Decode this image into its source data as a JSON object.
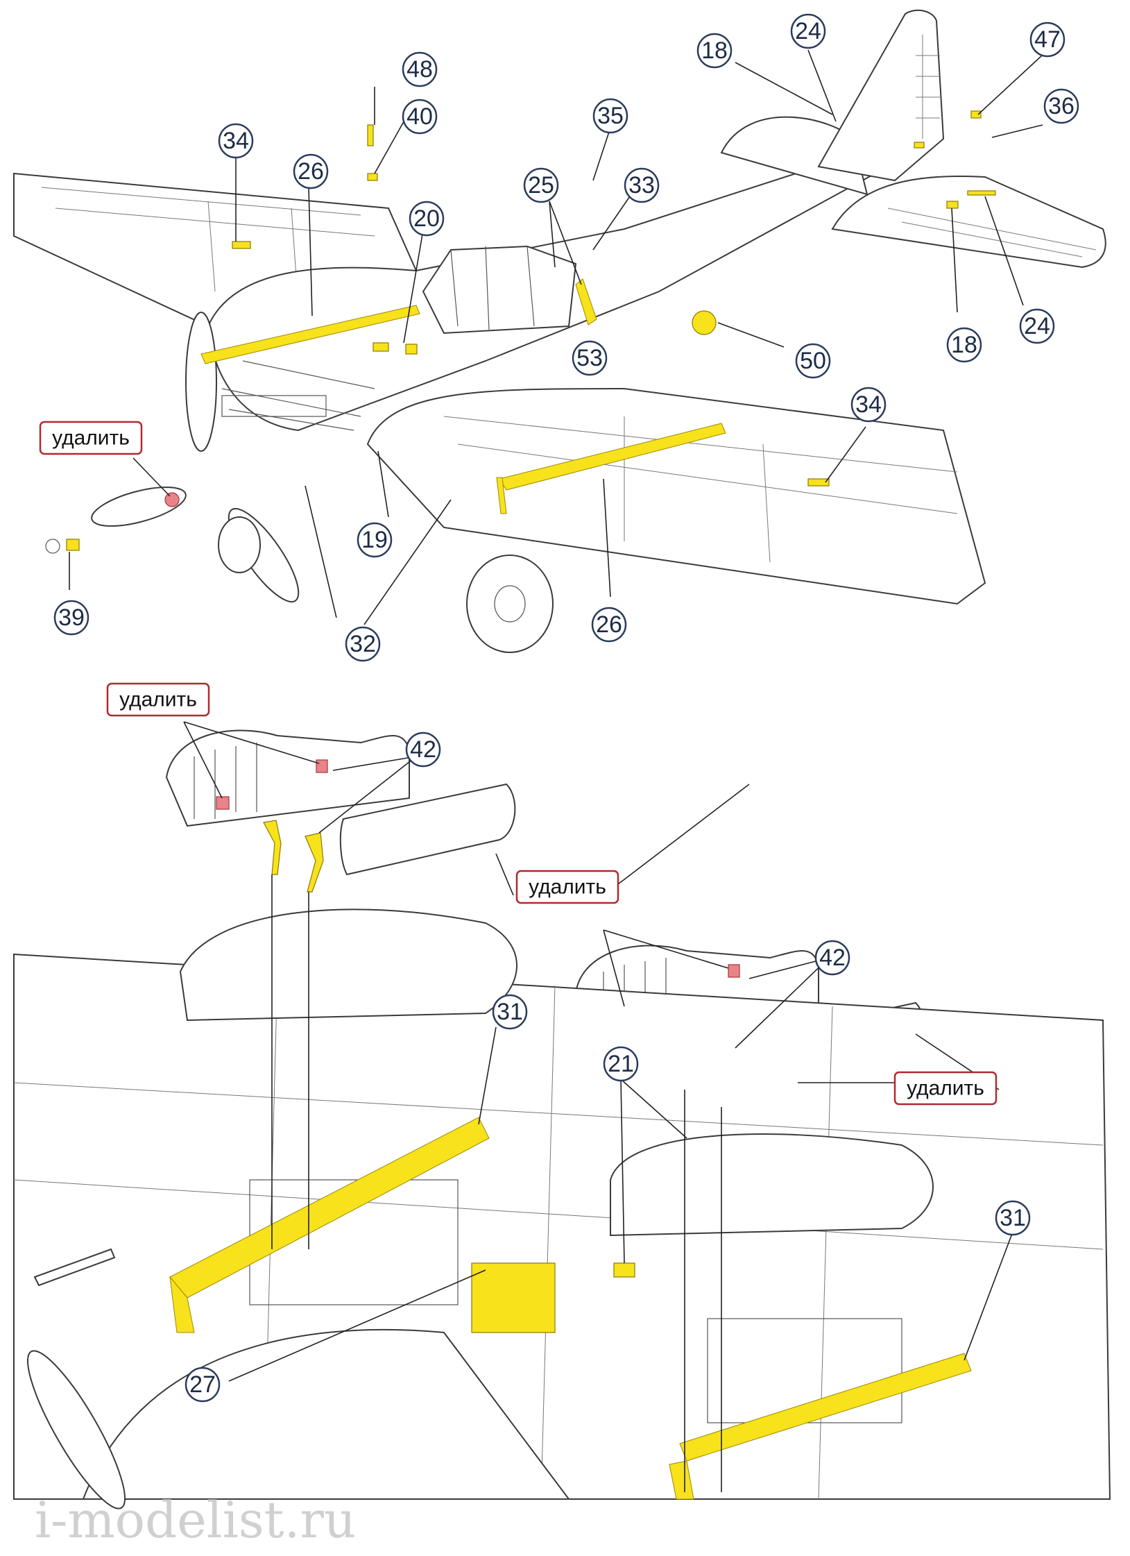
{
  "colors": {
    "callout_stroke": "#2a3b5c",
    "pe_yellow": "#f7e21c",
    "remove_red": "#e7848a",
    "tag_border": "#b3282e"
  },
  "remove_label": "удалить",
  "watermark": "i-modelist.ru",
  "callouts_top": [
    "48",
    "40",
    "34",
    "26",
    "20",
    "35",
    "25",
    "33",
    "53",
    "50",
    "18",
    "24",
    "47",
    "36",
    "18",
    "24",
    "34",
    "19",
    "32",
    "26",
    "39"
  ],
  "callouts_bottom": [
    "42",
    "42",
    "31",
    "21",
    "31",
    "27"
  ]
}
